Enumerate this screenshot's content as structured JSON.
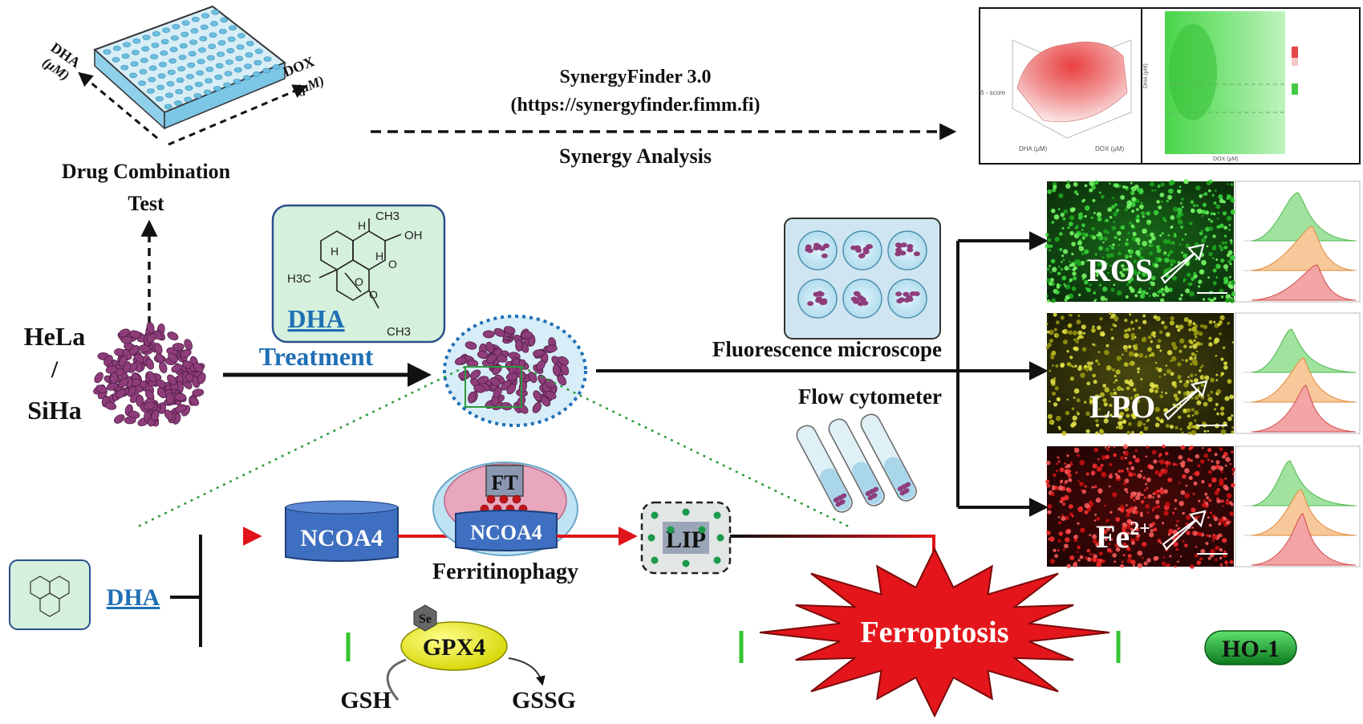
{
  "colors": {
    "accent_blue": "#1f6fb5",
    "arrow_red": "#e0141a",
    "inhibit_green": "#35c42f",
    "cell_purple": "#8e3d7a",
    "ferroptosis_red": "#e4161b",
    "gpx4_yellow": "#e6e600",
    "ho1_green": "#17a82c",
    "ncoa4_blue": "#3f6fc0"
  },
  "top": {
    "plate_axis_dha": "DHA",
    "plate_axis_dha_unit": "(μM)",
    "plate_axis_dox": "DOX",
    "plate_axis_dox_unit": "(μM)",
    "plate_title_line1": "Drug Combination",
    "plate_title_line2": "Test",
    "synergy_tool": "SynergyFinder 3.0",
    "synergy_url": "(https://synergyfinder.fimm.fi)",
    "synergy_label": "Synergy Analysis",
    "plot3d_zlabel": "δ - score",
    "plot3d_xlabel": "DHA (μM)",
    "plot3d_ylabel": "DOX (μM)",
    "plot2d_xlabel": "DOX (μM)",
    "plot2d_ylabel": "DHA (μM)"
  },
  "middle": {
    "cell_line_1": "HeLa",
    "cell_line_sep": "/",
    "cell_line_2": "SiHa",
    "drug_name": "DHA",
    "treatment_label": "Treatment",
    "microscope_label": "Fluorescence microscope",
    "flow_label": "Flow cytometer",
    "panels": [
      {
        "label": "ROS",
        "superscript": ""
      },
      {
        "label": "LPO",
        "superscript": ""
      },
      {
        "label": "Fe",
        "superscript": "2+"
      }
    ],
    "molecule_atoms": {
      "ch3_top": "CH3",
      "oh": "OH",
      "h_left": "H",
      "h_right": "H",
      "h_center": "H",
      "h3c": "H3C",
      "o1": "O",
      "o2": "O",
      "o3": "O",
      "ch3_bottom": "CH3"
    }
  },
  "pathway": {
    "drug": "DHA",
    "ncoa4": "NCOA4",
    "ft": "FT",
    "ncoa4_complex": "NCOA4",
    "ferritinophagy": "Ferritinophagy",
    "lip": "LIP",
    "se": "Se",
    "gpx4": "GPX4",
    "gsh": "GSH",
    "gssg": "GSSG",
    "ferroptosis": "Ferroptosis",
    "ho1": "HO-1"
  }
}
